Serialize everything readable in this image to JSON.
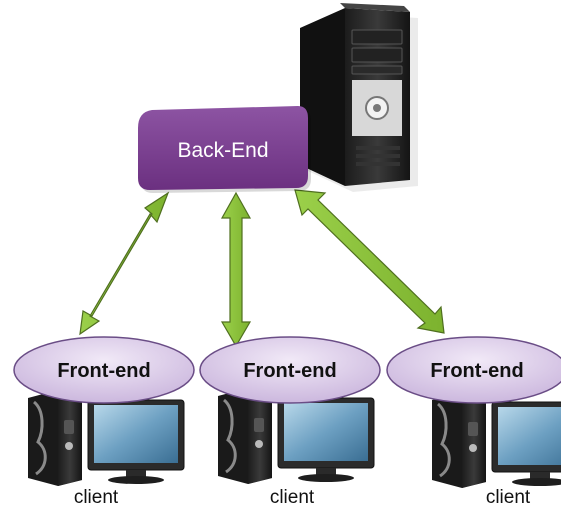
{
  "backend": {
    "label": "Back-End"
  },
  "frontends": [
    {
      "label": "Front-end",
      "client_label": "client"
    },
    {
      "label": "Front-end",
      "client_label": "client"
    },
    {
      "label": "Front-end",
      "client_label": "client"
    }
  ],
  "colors": {
    "backend_box": "#7b3f8f",
    "frontend_ellipse": "#d9c8e8",
    "frontend_border": "#6a4d86",
    "arrow": "#8dc23c",
    "arrow_outline": "#4f6f1f"
  },
  "icons": {
    "server": "server-tower-icon",
    "client_workstation": "desktop-computer-icon"
  }
}
